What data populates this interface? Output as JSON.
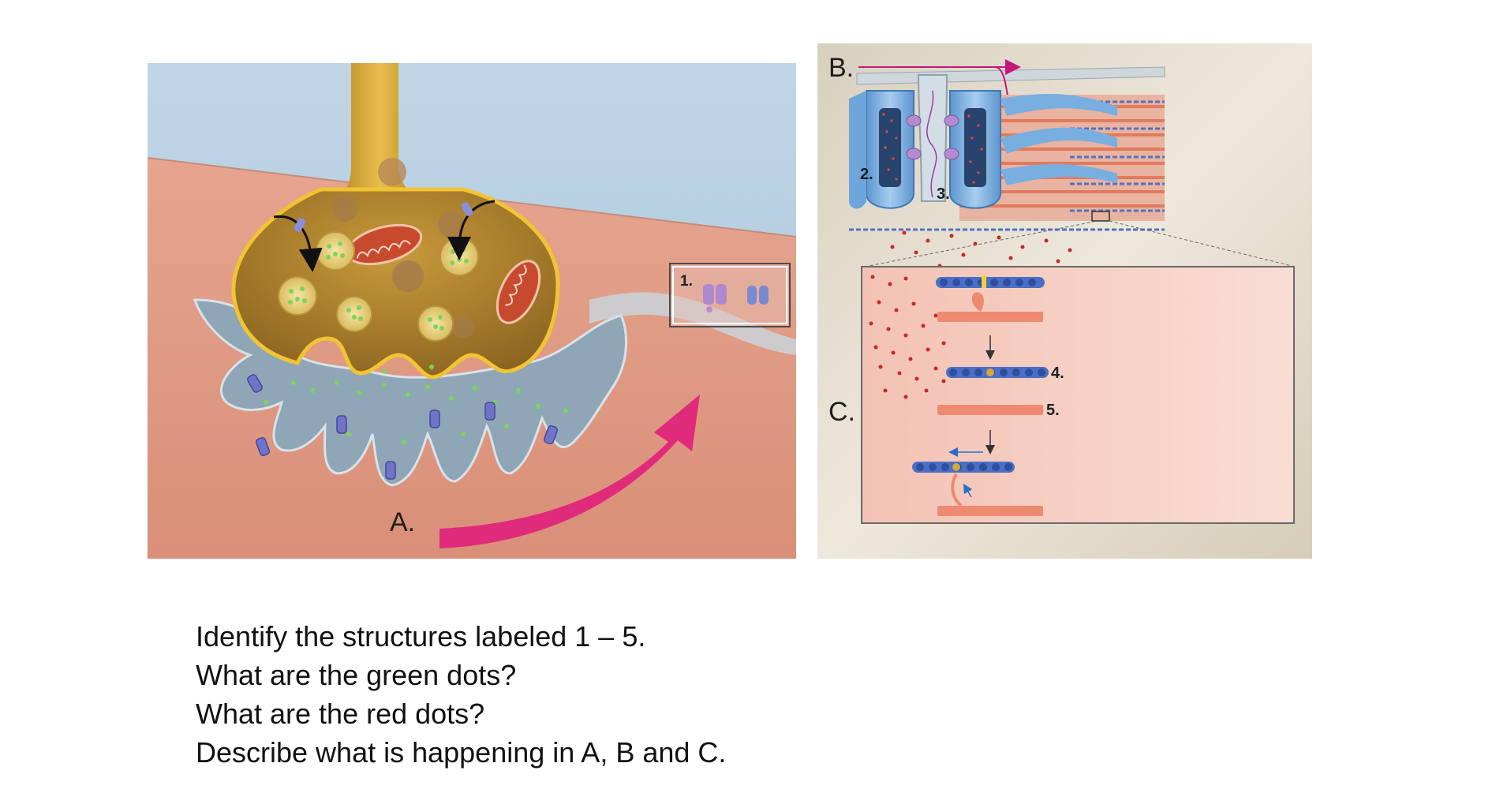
{
  "panel_a": {
    "letter": "A.",
    "inset_label": "1.",
    "colors": {
      "neuron": "#d9a83a",
      "muscle": "#e2a68d",
      "cleft": "#8fa7b8",
      "arrow": "#e02a7c",
      "vesicle_dot": "#7ed35a"
    }
  },
  "panel_b": {
    "letter": "B.",
    "labels": [
      "2.",
      "3."
    ],
    "colors": {
      "t_tubule": "#79aee0",
      "myofibril": "#e27a5e",
      "calcium_dot": "#c62828"
    }
  },
  "panel_c": {
    "letter": "C.",
    "labels": [
      "4.",
      "5."
    ],
    "colors": {
      "thin_filament": "#4a6fc4",
      "thick_filament": "#ee8a70",
      "background": "#f9ddd4"
    }
  },
  "questions": [
    "Identify the structures labeled 1 – 5.",
    "What are the green dots?",
    "What are the red dots?",
    "Describe what is happening in A, B and C."
  ]
}
